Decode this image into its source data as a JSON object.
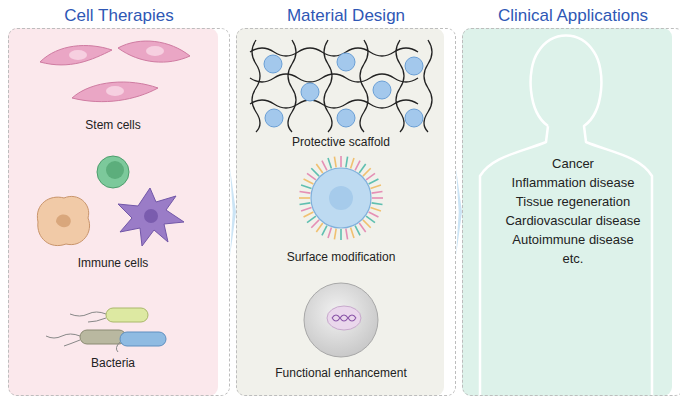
{
  "diagram": {
    "nodes": [
      {
        "text": [
          "Cell Therapies"
        ]
      },
      {
        "text": [
          "Material Design"
        ]
      },
      {
        "text": [
          "Clinical Applications",
          "Cancer",
          "Inflammation disease",
          "Tissue regeneration",
          "Cardiovascular disease",
          "Autoimmune disease",
          "etc."
        ]
      }
    ],
    "edges": [
      {
        "from": 0,
        "to": 1,
        "arrow": "to"
      },
      {
        "from": 1,
        "to": 2,
        "arrow": "to"
      }
    ],
    "labels": [
      "Stem cells",
      "Immune cells",
      "Bacteria",
      "Protective scaffold",
      "Surface modification",
      "Functional enhancement"
    ]
  }
}
